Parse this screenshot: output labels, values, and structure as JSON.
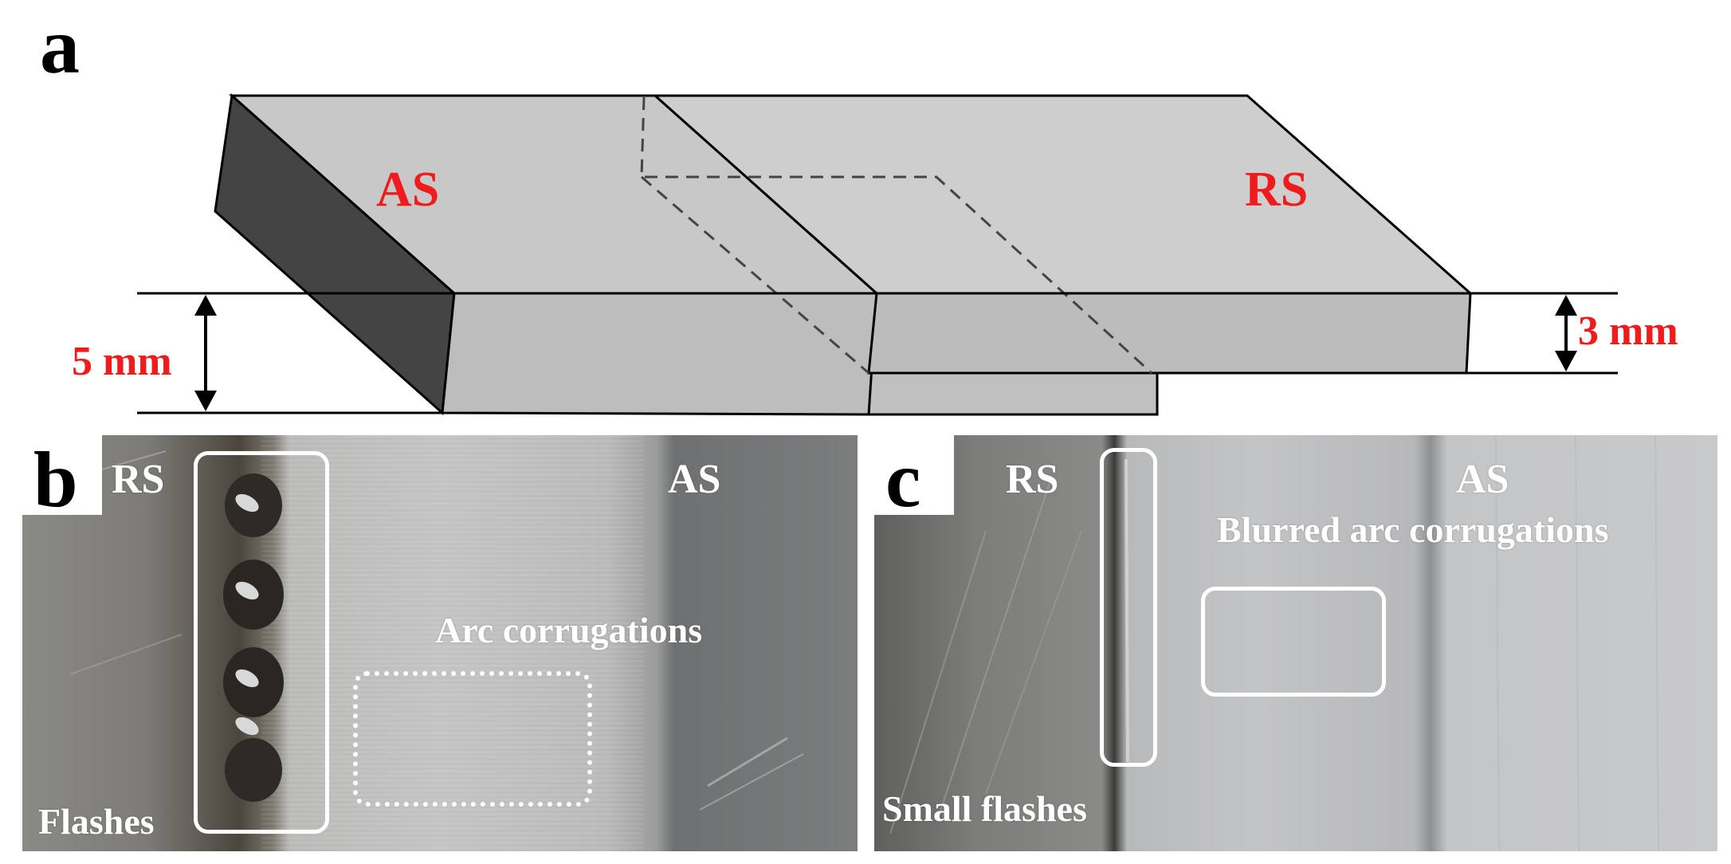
{
  "panel_a": {
    "letter": "a",
    "advancing_side_label": "AS",
    "retreating_side_label": "RS",
    "lower_thickness": "5 mm",
    "upper_thickness": "3 mm"
  },
  "panel_b": {
    "letter": "b",
    "rs_label": "RS",
    "as_label": "AS",
    "feature_label": "Arc corrugations",
    "defect_label": "Flashes"
  },
  "panel_c": {
    "letter": "c",
    "rs_label": "RS",
    "as_label": "AS",
    "feature_label": "Blurred arc corrugations",
    "defect_label": "Small flashes"
  },
  "colors": {
    "label_red": "#ee1c1c",
    "plate_top": "#c9c9c9",
    "plate_front": "#b9b9b9",
    "plate_side": "#3f3f3f"
  }
}
